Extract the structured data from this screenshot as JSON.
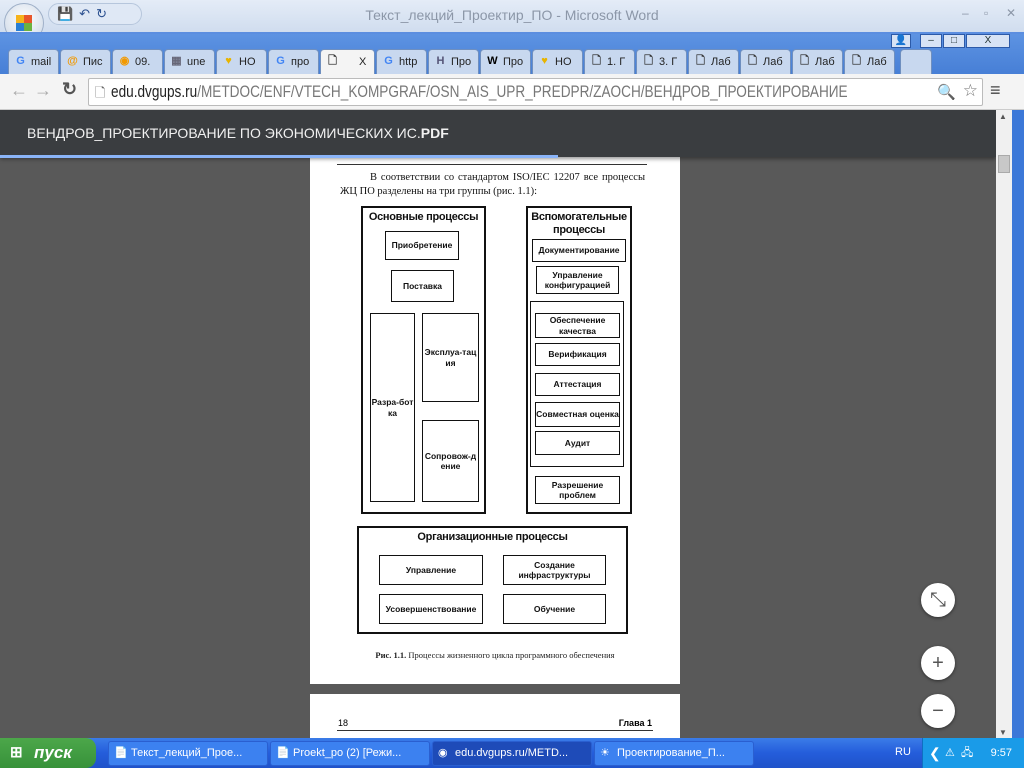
{
  "word": {
    "title": "Текст_лекций_Проектир_ПО - Microsoft Word",
    "qat": "💾↶↻"
  },
  "tabs": [
    {
      "label": "mail",
      "icon": "G",
      "color": "#4285f4"
    },
    {
      "label": "Пис",
      "icon": "@",
      "color": "#f29900"
    },
    {
      "label": "09.",
      "icon": "◉",
      "color": "#f29900"
    },
    {
      "label": "une",
      "icon": "▦",
      "color": "#667"
    },
    {
      "label": "НО",
      "icon": "♥",
      "color": "#e8b400"
    },
    {
      "label": "про",
      "icon": "G",
      "color": "#4285f4"
    },
    {
      "label": "",
      "icon": "🗋",
      "color": "#333",
      "active": true,
      "close": "X"
    },
    {
      "label": "http",
      "icon": "G",
      "color": "#4285f4"
    },
    {
      "label": "Про",
      "icon": "H",
      "color": "#557"
    },
    {
      "label": "Про",
      "icon": "W",
      "color": "#000"
    },
    {
      "label": "НО",
      "icon": "♥",
      "color": "#e8b400"
    },
    {
      "label": "1. Г",
      "icon": "🗋",
      "color": "#333"
    },
    {
      "label": "3. Г",
      "icon": "🗋",
      "color": "#333"
    },
    {
      "label": "Лаб",
      "icon": "🗋",
      "color": "#333"
    },
    {
      "label": "Лаб",
      "icon": "🗋",
      "color": "#333"
    },
    {
      "label": "Лаб",
      "icon": "🗋",
      "color": "#333"
    },
    {
      "label": "Лаб",
      "icon": "🗋",
      "color": "#333"
    }
  ],
  "url": {
    "host": "edu.dvgups.ru",
    "path": "/METDOC/ENF/VTECH_KOMPGRAF/OSN_AIS_UPR_PREDPR/ZAOCH/ВЕНДРОВ_ПРОЕКТИРОВАНИЕ"
  },
  "pdf": {
    "title_main": "ВЕНДРОВ_ПРОЕКТИРОВАНИЕ ПО ЭКОНОМИЧЕСКИХ ИС.",
    "title_ext": "PDF",
    "progress_percent": 56
  },
  "doc": {
    "paragraph": "В соответствии со стандартом ISO/IEC 12207 все процессы ЖЦ ПО разделены на три группы (рис. 1.1):",
    "main": {
      "title": "Основные процессы",
      "items": [
        "Приобретение",
        "Поставка",
        "Разра-ботка",
        "Эксплуа-тация",
        "Сопровож-дение"
      ]
    },
    "support": {
      "title": "Вспомогательные процессы",
      "items": [
        "Документирование",
        "Управление конфигурацией",
        "Обеспечение качества",
        "Верификация",
        "Аттестация",
        "Совместная оценка",
        "Аудит",
        "Разрешение проблем"
      ]
    },
    "org": {
      "title": "Организационные процессы",
      "items": [
        "Управление",
        "Создание инфраструктуры",
        "Усовершенствование",
        "Обучение"
      ]
    },
    "caption_num": "Рис. 1.1.",
    "caption": " Процессы жизненного цикла программного обеспечения",
    "page2_num": "18",
    "page2_chapter": "Глава 1"
  },
  "zoom": {
    "fit": "⤡",
    "plus": "+",
    "minus": "−"
  },
  "taskbar": {
    "start": "пуск",
    "items": [
      "Текст_лекций_Прое...",
      "Proekt_po (2) [Режи...",
      "edu.dvgups.ru/METD...",
      "Проектирование_П..."
    ],
    "lang": "RU",
    "time": "9:57"
  }
}
